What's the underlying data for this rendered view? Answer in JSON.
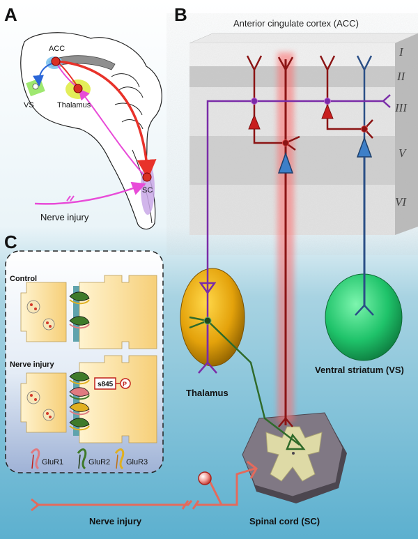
{
  "panels": {
    "a": "A",
    "b": "B",
    "c": "C"
  },
  "panel_a": {
    "acc": "ACC",
    "vs": "VS",
    "thalamus": "Thalamus",
    "sc": "SC",
    "nerve_injury": "Nerve injury"
  },
  "panel_b": {
    "title": "Anterior cingulate cortex (ACC)",
    "layers": [
      "I",
      "II",
      "III",
      "V",
      "VI"
    ],
    "thalamus": "Thalamus",
    "vs": "Ventral striatum (VS)",
    "sc": "Spinal cord (SC)",
    "nerve_injury": "Nerve injury"
  },
  "panel_c": {
    "control": "Control",
    "nerve_injury": "Nerve injury",
    "phospho_site": "s845",
    "phospho": "P",
    "glur1": "GluR1",
    "glur2": "GluR2",
    "glur3": "GluR3"
  },
  "colors": {
    "red_neuron": "#a01818",
    "blue_neuron": "#2a4f86",
    "purple_neuron": "#7a2ca8",
    "green_neuron": "#2f6a2a",
    "nerve": "#e46a5c",
    "thalamus": "#e7a50d",
    "striatum": "#1fc36a",
    "spinal_gray": "#6d6670",
    "spinal_matter": "#dedaa6"
  }
}
